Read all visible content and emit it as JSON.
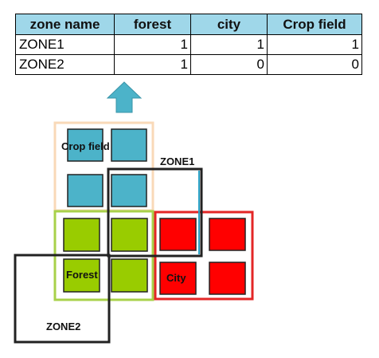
{
  "table": {
    "headers": [
      "zone name",
      "forest",
      "city",
      "Crop field"
    ],
    "rows": [
      [
        "ZONE1",
        "1",
        "1",
        "1"
      ],
      [
        "ZONE2",
        "1",
        "0",
        "0"
      ]
    ]
  },
  "diagram": {
    "crop_label": "Crop field",
    "forest_label": "Forest",
    "city_label": "City",
    "zone1_label": "ZONE1",
    "zone2_label": "ZONE2"
  },
  "colors": {
    "header_bg": "#9fd7e9",
    "crop_cell": "#4cb3c9",
    "crop_border": "#f9d9b8",
    "forest_cell": "#99cc00",
    "forest_border": "#a8d14a",
    "city_cell": "#ff0000",
    "city_border": "#e32626",
    "zone_border": "#222222"
  }
}
